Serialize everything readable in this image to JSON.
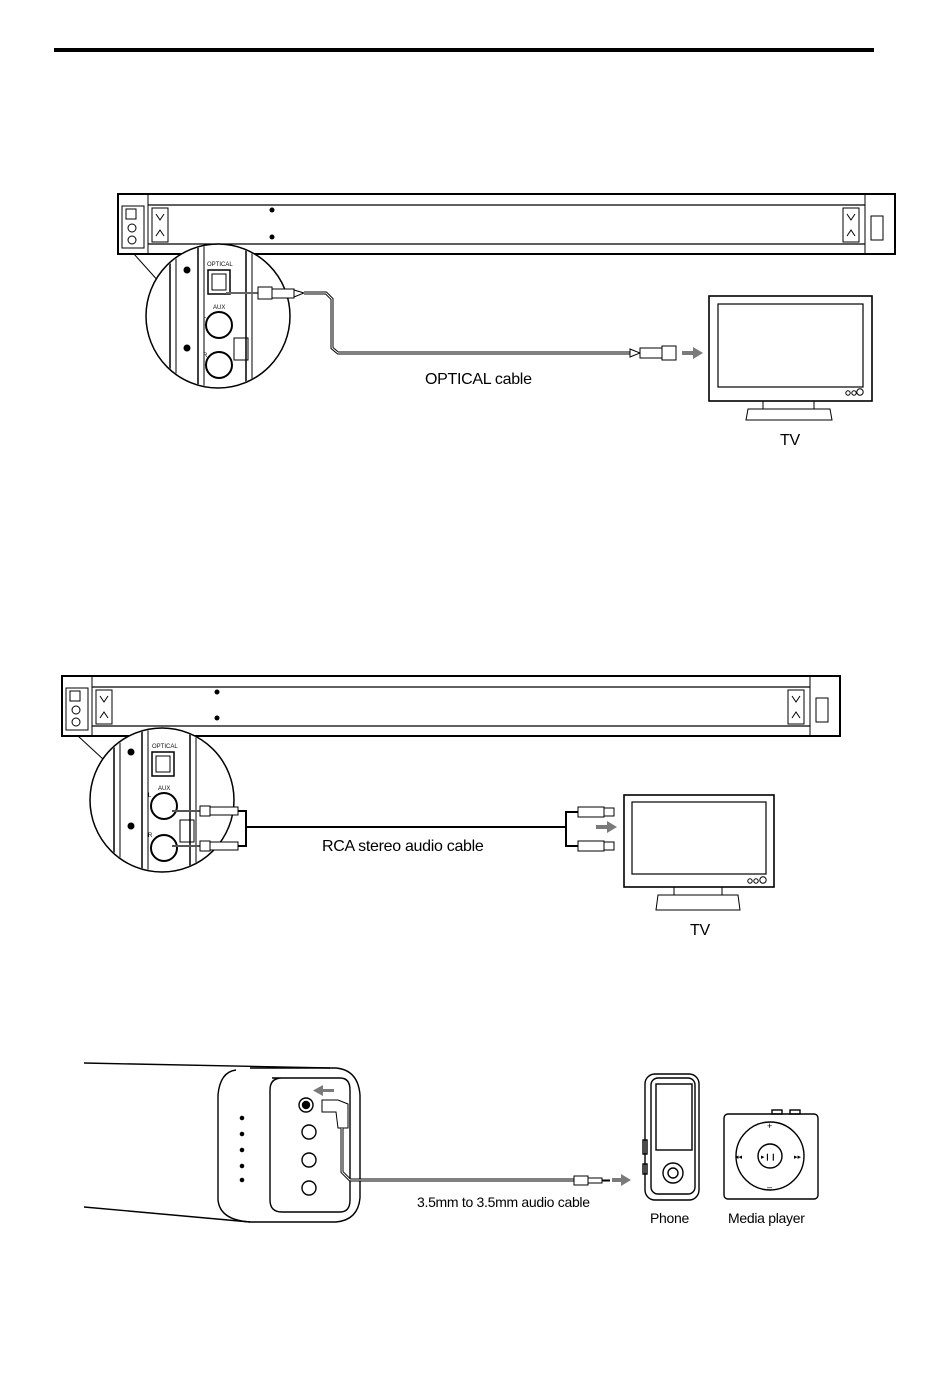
{
  "optical_section": {
    "port_labels": {
      "optical": "OPTICAL",
      "aux": "AUX",
      "left": "L",
      "right": "R"
    },
    "cable_label": "OPTICAL cable",
    "device_label": "TV"
  },
  "rca_section": {
    "port_labels": {
      "optical": "OPTICAL",
      "aux": "AUX",
      "left": "L",
      "right": "R"
    },
    "cable_label": "RCA stereo audio cable",
    "device_label": "TV"
  },
  "aux_section": {
    "cable_label": "3.5mm to 3.5mm audio cable",
    "device_labels": {
      "phone": "Phone",
      "media_player": "Media player"
    }
  },
  "colors": {
    "line": "#000000",
    "arrow": "#7a7a7a"
  }
}
